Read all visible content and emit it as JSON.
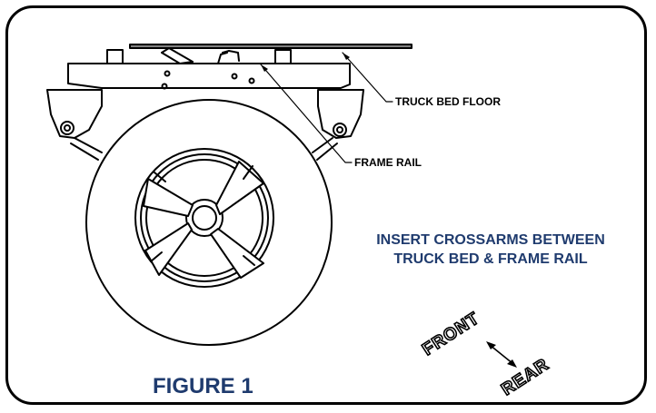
{
  "labels": {
    "truck_bed_floor": "TRUCK BED FLOOR",
    "frame_rail": "FRAME RAIL",
    "instruction_line1": "INSERT CROSSARMS BETWEEN",
    "instruction_line2": "TRUCK BED & FRAME RAIL",
    "figure_title": "FIGURE 1",
    "front": "FRONT",
    "rear": "REAR"
  },
  "colors": {
    "line": "#000000",
    "text_accent": "#1f3b6e"
  }
}
